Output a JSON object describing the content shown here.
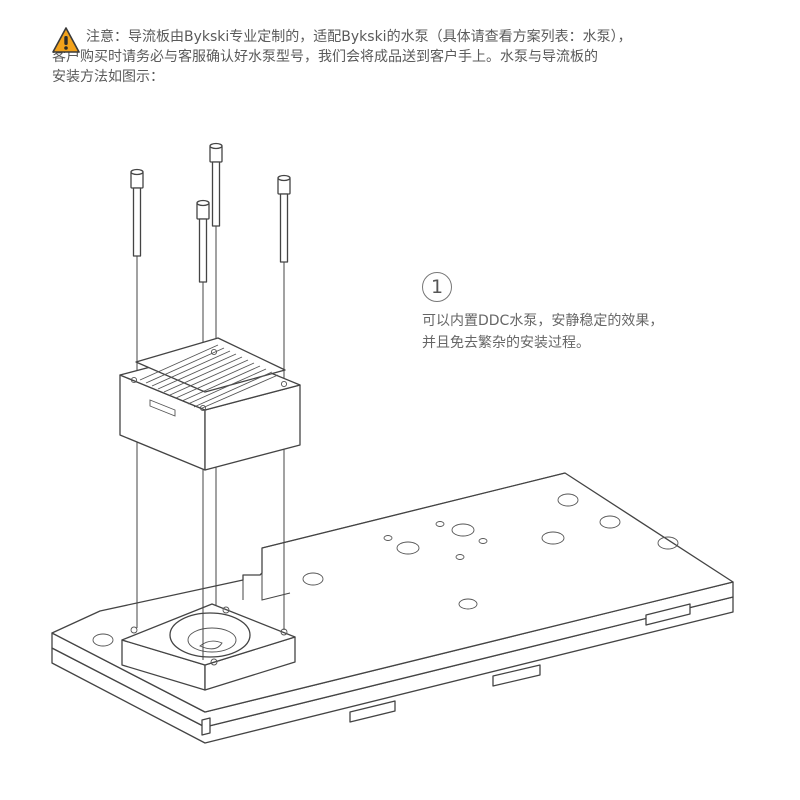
{
  "notice": {
    "line1": "注意：导流板由Bykski专业定制的，适配Bykski的水泵（具体请查看方案列表：水泵），",
    "line2": "客户购买时请务必与客服确认好水泵型号，我们会将成品送到客户手上。水泵与导流板的",
    "line3": "安装方法如图示："
  },
  "step": {
    "number": "1",
    "line1": "可以内置DDC水泵，安静稳定的效果，",
    "line2": "并且免去繁杂的安装过程。"
  },
  "colors": {
    "warning": "#f2a21b",
    "line": "#444444"
  },
  "icons": {
    "warning": "warning-triangle-icon"
  }
}
